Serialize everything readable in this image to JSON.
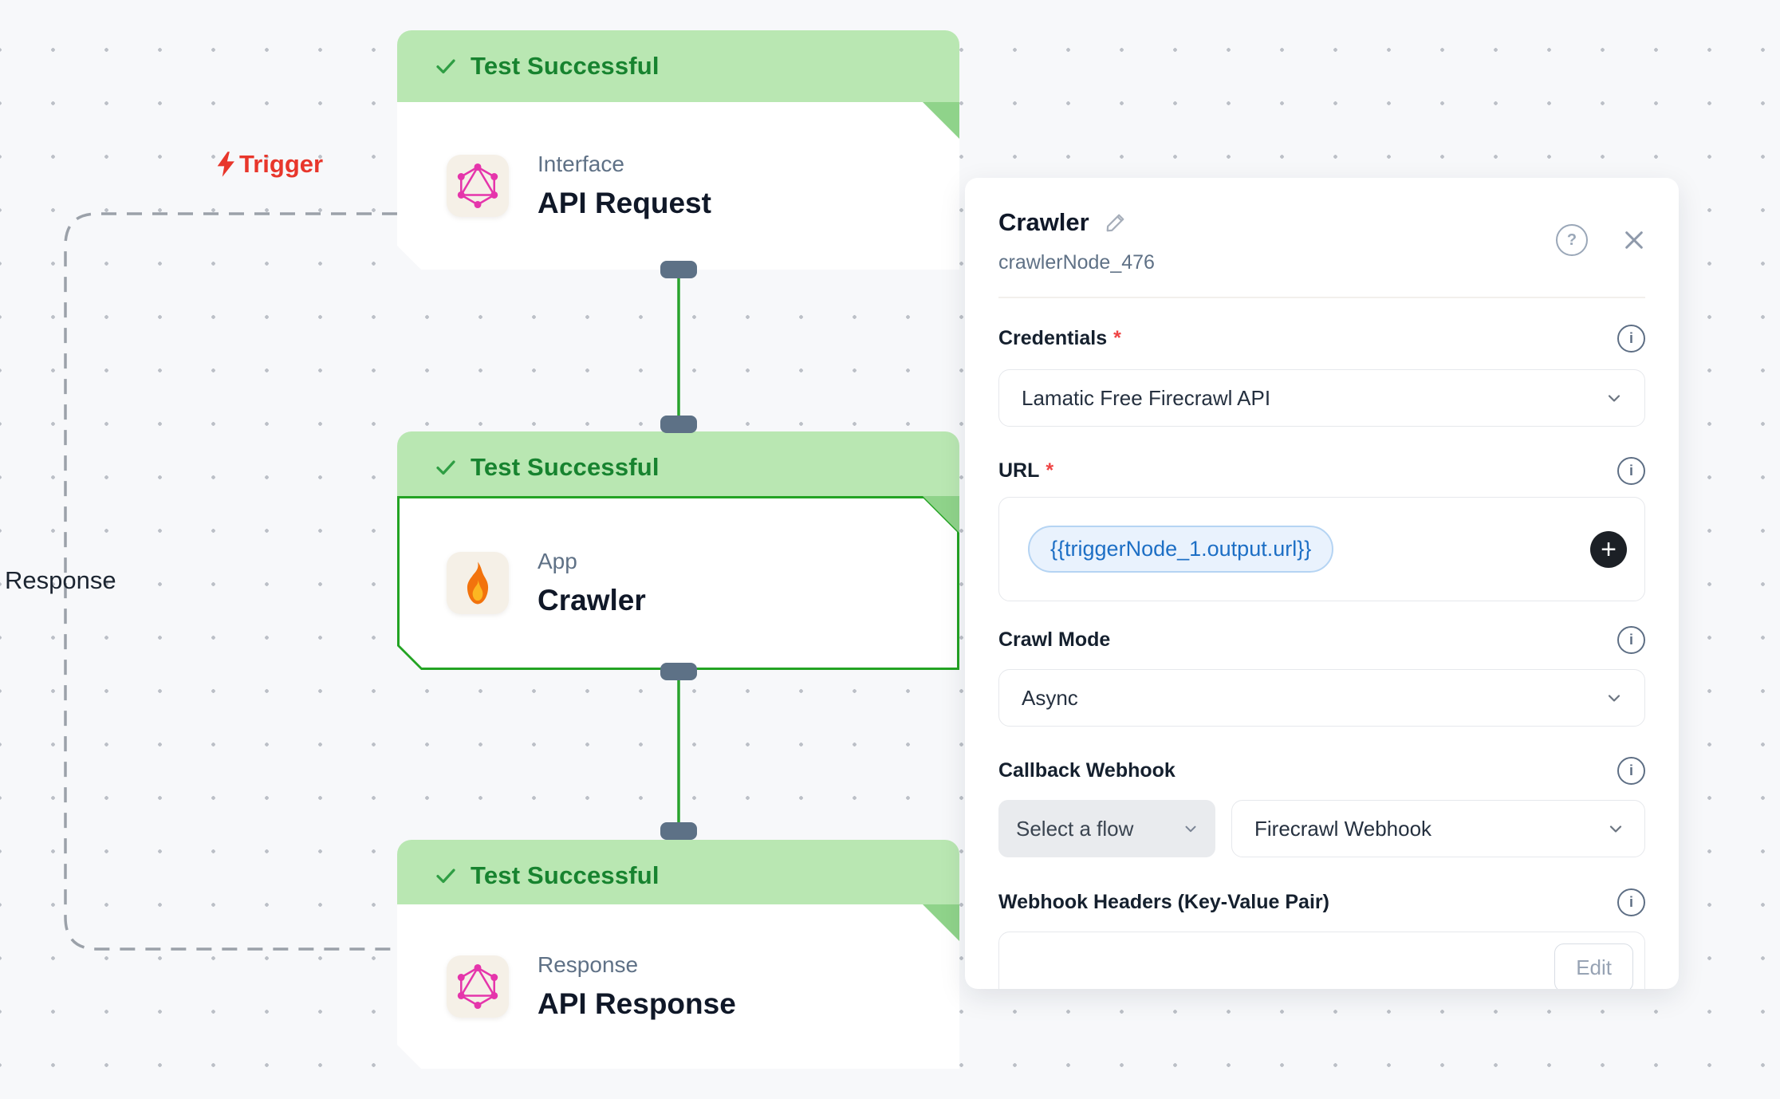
{
  "canvas": {
    "trigger_label": "Trigger",
    "response_label": "Response",
    "nodes": [
      {
        "status": "Test Successful",
        "category": "Interface",
        "title": "API Request",
        "icon": "graphql",
        "selected": false
      },
      {
        "status": "Test Successful",
        "category": "App",
        "title": "Crawler",
        "icon": "fire",
        "selected": true
      },
      {
        "status": "Test Successful",
        "category": "Response",
        "title": "API Response",
        "icon": "graphql",
        "selected": false
      }
    ]
  },
  "panel": {
    "title": "Crawler",
    "node_id": "crawlerNode_476",
    "required_marker": "*",
    "credentials": {
      "label": "Credentials",
      "value": "Lamatic Free Firecrawl API"
    },
    "url": {
      "label": "URL",
      "chip_value": "{{triggerNode_1.output.url}}"
    },
    "crawl_mode": {
      "label": "Crawl Mode",
      "value": "Async"
    },
    "callback_webhook": {
      "label": "Callback Webhook",
      "flow_select_value": "Select a flow",
      "webhook_value": "Firecrawl Webhook"
    },
    "webhook_headers": {
      "label": "Webhook Headers (Key-Value Pair)",
      "edit_label": "Edit"
    }
  },
  "icons": {
    "plus": "+",
    "help": "?",
    "info": "i"
  },
  "colors": {
    "banner_green": "#b9e7b2",
    "banner_text_green": "#17832f",
    "selected_border_green": "#23a323",
    "edge_green": "#29a32c",
    "handle_slate": "#5d7186",
    "trigger_red": "#e8362b",
    "chip_blue_text": "#1d6fc5",
    "chip_blue_bg": "#e9f2fd",
    "graphql_pink": "#e535ab",
    "canvas_bg": "#f7f8fa",
    "required_red": "#ef4444"
  }
}
